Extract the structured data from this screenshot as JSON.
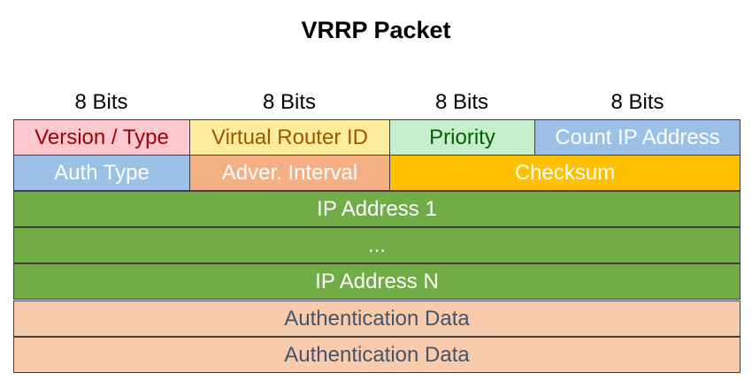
{
  "title": "VRRP Packet",
  "bits": [
    "8 Bits",
    "8 Bits",
    "8 Bits",
    "8 Bits"
  ],
  "rows": {
    "row1": {
      "version_type": "Version / Type",
      "virtual_router_id": "Virtual Router ID",
      "priority": "Priority",
      "count_ip_address": "Count IP Address"
    },
    "row2": {
      "auth_type": "Auth Type",
      "adver_interval": "Adver. Interval",
      "checksum": "Checksum"
    },
    "ip_address_1": "IP Address 1",
    "ellipsis": "...",
    "ip_address_n": "IP Address N",
    "auth_data_1": "Authentication Data",
    "auth_data_2": "Authentication Data"
  },
  "colors": {
    "version_type_fill": "#ffc7ce",
    "virtual_router_id_fill": "#ffeb9c",
    "priority_fill": "#c6efce",
    "count_ip_fill": "#9bc2e6",
    "auth_type_fill": "#9bc2e6",
    "adver_interval_fill": "#f4b084",
    "checksum_fill": "#ffc000",
    "ip_address_fill": "#70ad47",
    "auth_data_fill": "#f8cbad"
  }
}
